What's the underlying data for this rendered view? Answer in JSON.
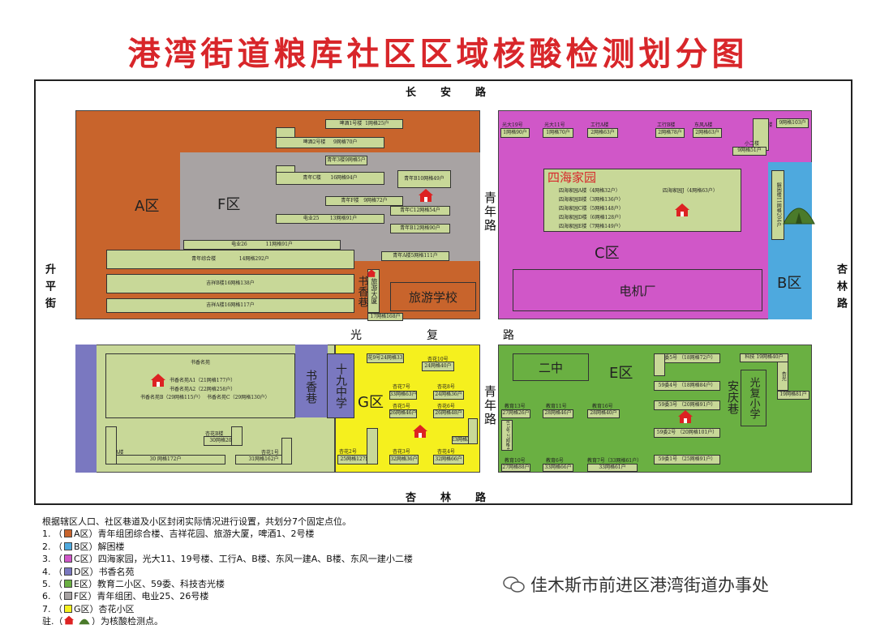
{
  "title": "港湾街道粮库社区区域核酸检测划分图",
  "roads": {
    "top": "长安路",
    "bottom": "杏林路",
    "left": "升平街",
    "right": "杏林路",
    "middle": "光复路",
    "center_upper": "青年路",
    "center_lower": "青年路"
  },
  "colors": {
    "A": "#c8642c",
    "B": "#4ea9de",
    "C": "#d057c8",
    "D": "#7a78c0",
    "E": "#6ab042",
    "F": "#a8a3a3",
    "G": "#f5f01e",
    "building": "#c8d898"
  },
  "zones": {
    "A": "A区",
    "B": "B区",
    "C": "C区",
    "D": "D区",
    "E": "E区",
    "F": "F区",
    "G": "G区"
  },
  "landmarks": {
    "sihai": "四海家园",
    "dianjichang": "电机厂",
    "lvyou": "旅游学校",
    "shuxiang_a": "书香巷",
    "shuxiang_d": "书香巷",
    "shijiu": "十九中学",
    "erzhong": "二中",
    "anqing": "安庆巷",
    "guangfu_school": "光复小学",
    "lvyou_dasha": "旅游大厦",
    "jiechu": "解困楼11网格204户"
  },
  "buildings": {
    "pijiu1": "啤酒1号楼",
    "pijiu1_g": "1网格25户",
    "pijiu2": "啤酒2号楼",
    "pijiu2_g": "9网格70户",
    "qn3": "青年3楼9网格5户",
    "qnC": "青年C楼",
    "qnC_g": "16网格94户",
    "qnB10": "青年B10网格49户",
    "qnF": "青年F楼",
    "qnF_g": "9网格72户",
    "qnC12": "青年C12网格54户",
    "dy25": "电业25",
    "dy25_g": "13网格91户",
    "qnB12": "青年B12网格90户",
    "dy26": "电业26",
    "dy26_g": "11网格91户",
    "qnA5": "青年A楼5网格111户",
    "zonghe": "青年综合楼",
    "zonghe_g": "14网格292户",
    "jixiangB": "吉祥B楼16网格138户",
    "jixiangA": "吉祥A楼16网格117户",
    "dasha_g": "17网格168户",
    "gd19": "光大19号",
    "gd19_g": "1网格90户",
    "gd11": "光大11号",
    "gd11_g": "1网格70户",
    "gxA": "工行A楼",
    "gxA_g": "2网格63户",
    "gxB": "工行B楼",
    "gxB_g": "2网格78户",
    "dfA": "东风A楼",
    "dfA_g": "2网格63户",
    "dfB": "东风B楼",
    "dfB_g": "9网格103户",
    "xiaoer": "小二楼",
    "xiaoer_g": "9网格51户",
    "sihai_a": "四海家园A楼（4网格32户）",
    "sihai_b": "四海家园B楼（3网格136户）",
    "sihai_c": "四海家园C楼（5网格148户）",
    "sihai_d": "四海家园D楼（6网格128户）",
    "sihai_e": "四海家园E楼（7网格149户）",
    "sihai_j": "四海家园J（4网格63户）",
    "shu_title": "书香名苑",
    "shu_a1": "书香名苑A1（21网格177户）",
    "shu_a2": "书香名苑A2（22网格258户）",
    "shu_b": "书香名苑B（29网格115户）",
    "shu_c": "书香名苑C（29网格130户）",
    "xhB": "杏花B楼",
    "xhB_g": "30网格20户",
    "xhA": "杏花A楼",
    "xhA_g": "30 网格172户",
    "xh1": "杏花1号",
    "xh1_g": "31网格162户",
    "g9": "杏花9号24网格33户",
    "g10": "杏花10号",
    "g10_g": "24网格40户",
    "g7": "杏花7号",
    "g7_g": "33网格63户",
    "g8": "杏花8号",
    "g8_g": "24网格36户",
    "g5": "杏花5号",
    "g5_g": "26网格46户",
    "g6": "杏花6号",
    "g6_g": "26网格48户",
    "g_sm": "23网格30户",
    "g2": "杏花2号",
    "g2_g": "25网格127网格",
    "g3": "杏花3号",
    "g3_g": "32网格36户",
    "g4": "杏花4号",
    "g4_g": "32网格66户",
    "e13": "教育13号",
    "e13_g": "27网格26户",
    "e11": "教育11号",
    "e11_g": "28网格46户",
    "e16": "教育16号",
    "e16_g": "28网格40户",
    "e15": "教育15号 27网格44户",
    "e10": "教育10号",
    "e10_g": "27网格88户",
    "e6": "教育6号",
    "e6_g": "33网格66户",
    "e7": "教育7号（33网格61户）",
    "e7_g": "33网格61户",
    "w5": "59委5号",
    "w5_g": "（18网格72户）",
    "w4": "59委4号",
    "w4_g": "（18网格84户）",
    "w3": "59委3号",
    "w3_g": "（20网格91户）",
    "w2": "59委2号",
    "w2_g": "（20网格101户）",
    "w1": "59委1号",
    "w1_g": "（25网格91户）",
    "keji": "科技 19网格40户",
    "xingguang": "杏光",
    "xingguang_g": "19网格81户"
  },
  "legend": {
    "intro": "根据辖区人口、社区巷道及小区封闭实际情况进行设置，共划分7个固定点位。",
    "items": [
      {
        "num": "1.",
        "zone": "A区",
        "color": "#c8642c",
        "text": "青年组团综合楼、吉祥花园、旅游大厦，啤酒1、2号楼"
      },
      {
        "num": "2.",
        "zone": "B区",
        "color": "#4ea9de",
        "text": "解困楼"
      },
      {
        "num": "3.",
        "zone": "C区",
        "color": "#d057c8",
        "text": "四海家园，光大11、19号楼、工行A、B楼、东风一建A、B楼、东风一建小二楼"
      },
      {
        "num": "4.",
        "zone": "D区",
        "color": "#7a78c0",
        "text": "书香名苑"
      },
      {
        "num": "5.",
        "zone": "E区",
        "color": "#6ab042",
        "text": "教育二小区、59委、科技杏光楼"
      },
      {
        "num": "6.",
        "zone": "F区",
        "color": "#a8a3a3",
        "text": "青年组团、电业25、26号楼"
      },
      {
        "num": "7.",
        "zone": "G区",
        "color": "#f5f01e",
        "text": "杏花小区"
      }
    ],
    "note_prefix": "驻.（",
    "note_suffix": "）为核酸检测点。"
  },
  "watermark": "佳木斯市前进区港湾街道办事处"
}
